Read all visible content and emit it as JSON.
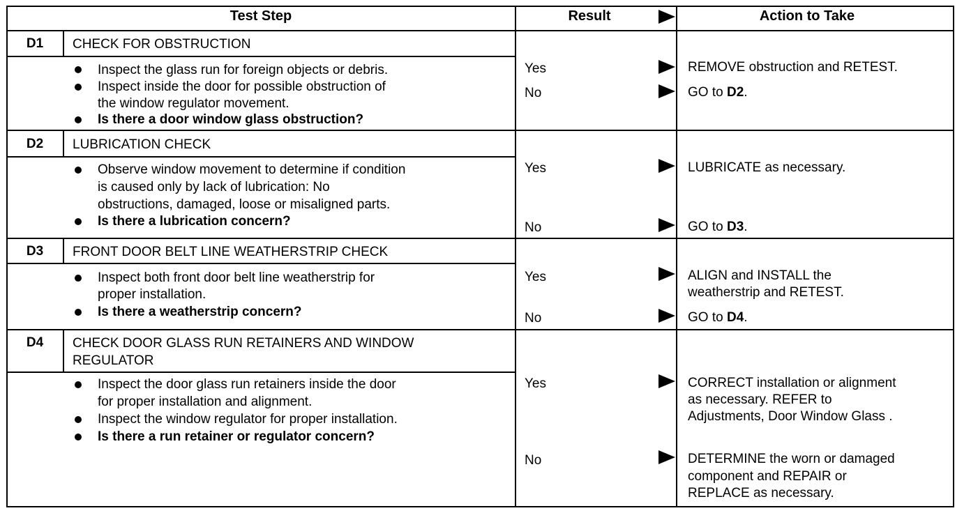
{
  "header": {
    "test_step": "Test Step",
    "result": "Result",
    "action": "Action to Take"
  },
  "steps": [
    {
      "id": "D1",
      "title": "CHECK FOR OBSTRUCTION",
      "items": [
        "Inspect the glass run for foreign objects or debris.",
        "Inspect inside the door for possible obstruction of",
        "the window regulator movement.",
        "Is there a door window glass obstruction?"
      ],
      "results": [
        "Yes",
        "No"
      ],
      "actions": [
        "REMOVE obstruction and RETEST.",
        "GO to ",
        "D2",
        "."
      ]
    },
    {
      "id": "D2",
      "title": "LUBRICATION CHECK",
      "items": [
        "Observe window movement to determine if condition",
        "is caused only by lack of lubrication: No",
        "obstructions, damaged, loose or misaligned parts.",
        "Is there a lubrication concern?"
      ],
      "results": [
        "Yes",
        "No"
      ],
      "actions": [
        "LUBRICATE as necessary.",
        "GO to ",
        "D3",
        "."
      ]
    },
    {
      "id": "D3",
      "title": "FRONT DOOR BELT LINE WEATHERSTRIP CHECK",
      "items": [
        "Inspect both front door belt line weatherstrip for",
        "proper installation.",
        "Is there a weatherstrip concern?"
      ],
      "results": [
        "Yes",
        "No"
      ],
      "actions": [
        "ALIGN and INSTALL the",
        "weatherstrip and RETEST.",
        "GO to ",
        "D4",
        "."
      ]
    },
    {
      "id": "D4",
      "title_lines": [
        "CHECK DOOR GLASS RUN RETAINERS AND WINDOW",
        "REGULATOR"
      ],
      "items": [
        "Inspect the door glass run retainers inside the door",
        "for proper installation and alignment.",
        "Inspect the window regulator for proper installation.",
        "Is there a run retainer or regulator concern?"
      ],
      "results": [
        "Yes",
        "No"
      ],
      "actions": [
        "CORRECT installation or alignment",
        "as necessary. REFER to",
        "Adjustments, Door Window Glass .",
        "DETERMINE the worn or damaged",
        "component and REPAIR or",
        "REPLACE as necessary."
      ]
    }
  ]
}
